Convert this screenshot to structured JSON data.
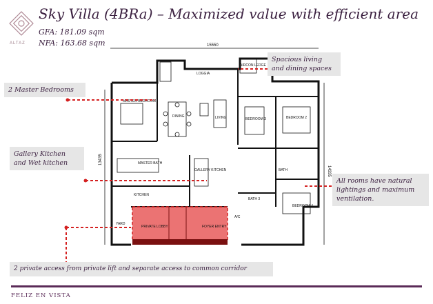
{
  "brand": {
    "logo_text": "ALTAZ",
    "footer_text": "FELIZ EN VISTA"
  },
  "header": {
    "title": "Sky Villa (4BRa) – Maximized value with efficient area",
    "gfa": "GFA: 181.09 sqm",
    "nfa": "NFA: 163.68 sqm"
  },
  "callouts": {
    "living": [
      "Spacious living",
      "and dining spaces"
    ],
    "master": "2 Master Bedrooms",
    "kitchen": [
      "Gallery Kitchen",
      "and Wet kitchen"
    ],
    "rooms": [
      "All rooms have natural",
      "lightings and maximum",
      "ventilation."
    ],
    "access": "2 private access from private lift and separate access to common corridor"
  },
  "plan": {
    "width_dim": "15550",
    "height_dim_left": "13435",
    "height_dim_right": "14335",
    "rooms": {
      "master_bedroom": "MASTER BEDROOM",
      "dining": "DINING",
      "living": "LIVING",
      "bedroom3": "BEDROOM 3",
      "bedroom2": "BEDROOM 2",
      "master_bath": "MASTER BATH",
      "gallery_kitchen": "GALLERY KITCHEN",
      "kitchen": "KITCHEN",
      "yard": "YARD",
      "private_lobby": "PRIVATE LOBBY",
      "foyer": "FOYER ENTRY",
      "bedroom4": "BEDROOM 4",
      "bath": "BATH",
      "loggia": "LOGGIA",
      "ac": "A/C",
      "aircon_ledge": "AIRCON LEDGE",
      "bath3": "BATH 3"
    }
  },
  "colors": {
    "accent": "#5a2a57",
    "highlight": "#e85a5a",
    "callout_bg": "#e6e6e6",
    "dash": "#d42020"
  }
}
